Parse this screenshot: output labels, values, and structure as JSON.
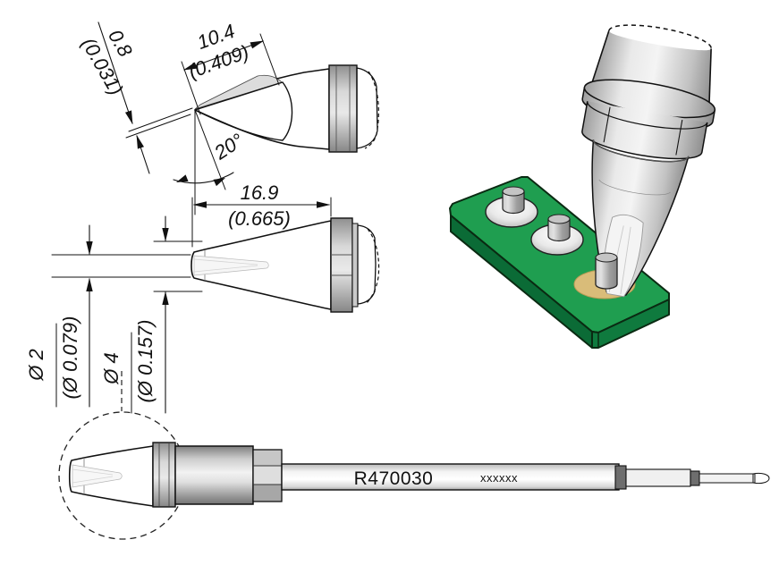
{
  "document": {
    "type": "technical-drawing",
    "product": "soldering-tip-cartridge"
  },
  "colors": {
    "line": "#111111",
    "bevel_fill": "#f3dca3",
    "bevel_hatch": "#c09544",
    "metal_light": "#f1f1f1",
    "metal_dark": "#848484",
    "pcb_top": "#1f9e50",
    "pcb_side": "#0f7a3e",
    "pcb_side_dark": "#0b6b36",
    "pad_gold": "#d9bc79",
    "solder_silver": "#e8e8e8",
    "background": "#ffffff"
  },
  "bevel_view": {
    "face_length_mm": "10.4",
    "face_length_in": "(0.409)",
    "tip_thickness_mm": "0.8",
    "tip_thickness_in": "(0.031)",
    "bevel_angle": "20°"
  },
  "side_view": {
    "length_mm": "16.9",
    "length_in": "(0.665)",
    "tip_diameter_mm": "Ø 2",
    "tip_diameter_in": "(Ø 0.079)",
    "body_diameter_mm": "Ø 4",
    "body_diameter_in": "(Ø 0.157)"
  },
  "cartridge_view": {
    "part_number": "R470030",
    "marking": "xxxxxx"
  }
}
